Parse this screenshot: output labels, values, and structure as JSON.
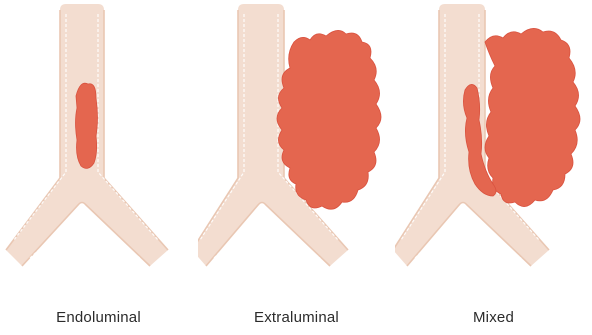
{
  "figure": {
    "panels": [
      {
        "label": "Endoluminal",
        "tumor_type": "endoluminal"
      },
      {
        "label": "Extraluminal",
        "tumor_type": "extraluminal"
      },
      {
        "label": "Mixed",
        "tumor_type": "mixed"
      }
    ],
    "colors": {
      "airway": "#f3ddd0",
      "airway_edge": "#e9c7b3",
      "tumor": "#e4664f"
    }
  }
}
